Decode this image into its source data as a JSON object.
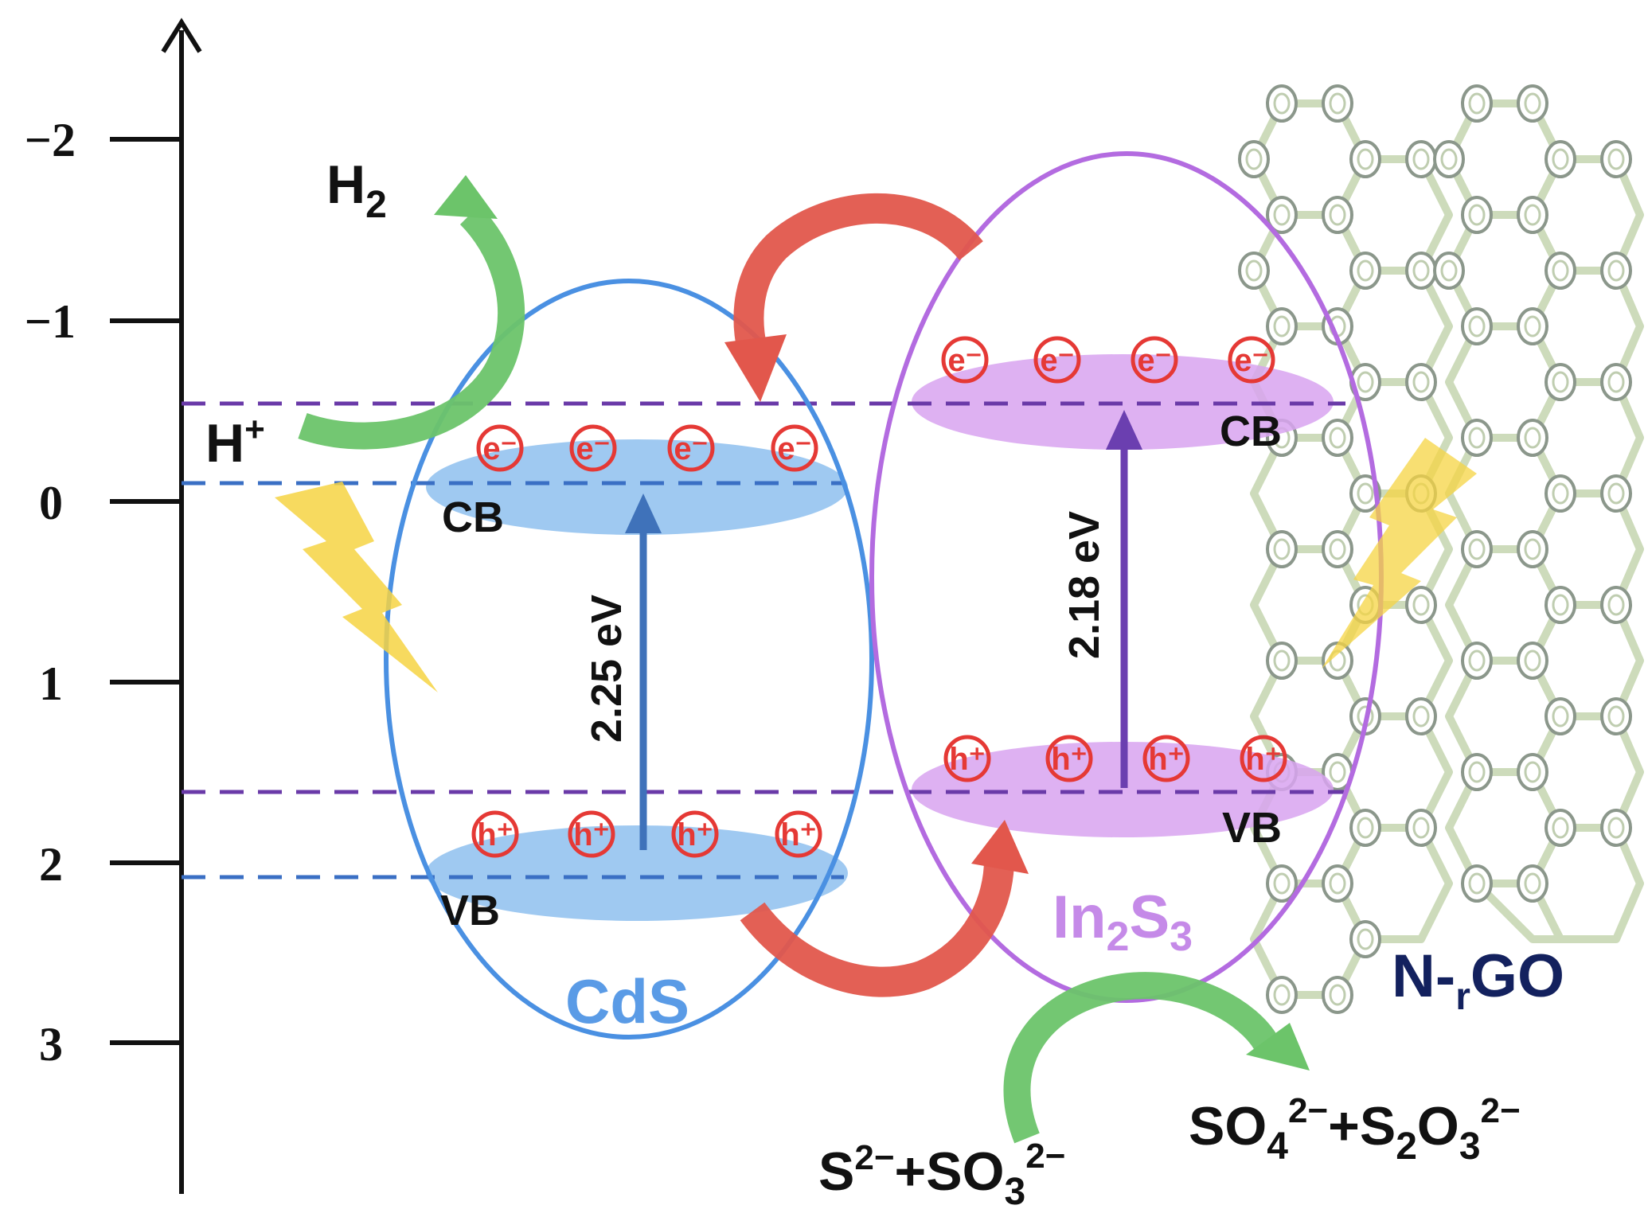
{
  "axis": {
    "tick_labels": [
      "−2",
      "−1",
      "0",
      "1",
      "2",
      "3"
    ]
  },
  "cds": {
    "name": "CdS",
    "cb_label": "CB",
    "vb_label": "VB",
    "band_gap": "2.25 eV",
    "electron_labels": [
      "e⁻",
      "e⁻",
      "e⁻",
      "e⁻"
    ],
    "hole_labels": [
      "h⁺",
      "h⁺",
      "h⁺",
      "h⁺"
    ]
  },
  "in2s3": {
    "name_main": "In",
    "name_sub1": "2",
    "name_mid": "S",
    "name_sub2": "3",
    "cb_label": "CB",
    "vb_label": "VB",
    "band_gap": "2.18 eV",
    "electron_labels": [
      "e⁻",
      "e⁻",
      "e⁻",
      "e⁻"
    ],
    "hole_labels": [
      "h⁺",
      "h⁺",
      "h⁺",
      "h⁺"
    ]
  },
  "graphene": {
    "label_n": "N-",
    "label_r": "r",
    "label_go": "GO"
  },
  "reactions": {
    "h2_main": "H",
    "h2_sub": "2",
    "hplus_main": "H",
    "hplus_sup": "+",
    "reactant_s": "S",
    "reactant_s_sup": "2−",
    "reactant_plus_so": "+SO",
    "reactant_so_sub": "3",
    "reactant_so_sup": "2−",
    "product_so": "SO",
    "product_so_sub": "4",
    "product_so_sup": "2−",
    "product_plus_s": "+S",
    "product_s_sub": "2",
    "product_o": "O",
    "product_o_sub": "3",
    "product_o_sup": "2−"
  },
  "colors": {
    "cds": "#4a90e2",
    "in2s3": "#b36be0",
    "band_cds": "#8ec0ee",
    "band_in2s3": "#d8a3f0",
    "dash_cds": "#3a6fc4",
    "dash_in2s3": "#6a3aa8",
    "carrier": "#e53935",
    "arrow_red": "#e2574c",
    "arrow_green": "#6cc46a",
    "lightning": "#f6d443",
    "ngo_text": "#13215e"
  }
}
